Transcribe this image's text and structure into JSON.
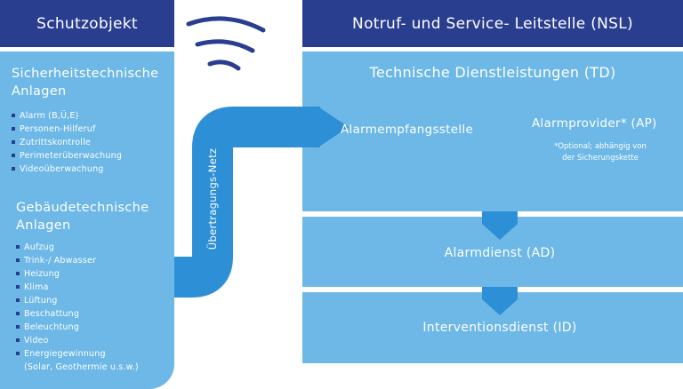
{
  "left": {
    "header": "Schutzobjekt",
    "section1": {
      "title_line1": "Sicherheitstechnische",
      "title_line2": "Anlagen",
      "items": [
        "Alarm (B,Ü,E)",
        "Personen-Hilferuf",
        "Zutrittskontrolle",
        "Perimeterüberwachung",
        "Videoüberwachung"
      ]
    },
    "section2": {
      "title_line1": "Gebäudetechnische",
      "title_line2": "Anlagen",
      "items": [
        "Aufzug",
        "Trink-/ Abwasser",
        "Heizung",
        "Klima",
        "Lüftung",
        "Beschattung",
        "Beleuchtung",
        "Video",
        "Energiegewinnung"
      ],
      "last_item_sub": "(Solar, Geothermie u.s.w.)"
    }
  },
  "network_label": "Übertragungs-Netz",
  "right": {
    "header": "Notruf- und Service- Leitstelle (NSL)",
    "td": {
      "title": "Technische Dienstleistungen (TD)",
      "receiver": "Alarmempfangsstelle",
      "provider": "Alarmprovider* (AP)",
      "note_line1": "*Optional; abhängig von",
      "note_line2": "der Sicherungskette"
    },
    "ad": "Alarmdienst (AD)",
    "id": "Interventionsdienst (ID)"
  },
  "colors": {
    "dark_blue": "#2a3e8f",
    "light_blue": "#6db8e7",
    "mid_blue": "#2d8fd6",
    "signal_blue": "#2a3e8f"
  }
}
